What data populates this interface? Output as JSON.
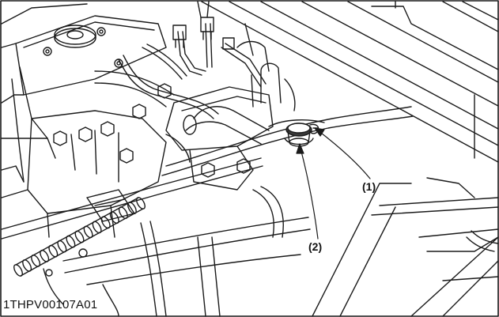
{
  "figure": {
    "code": "1THPV00107A01",
    "callouts": [
      {
        "label": "(1)"
      },
      {
        "label": "(2)"
      }
    ]
  },
  "colors": {
    "line": "#1a1a1a",
    "background": "#ffffff",
    "hatch": "#3a3a3a"
  }
}
